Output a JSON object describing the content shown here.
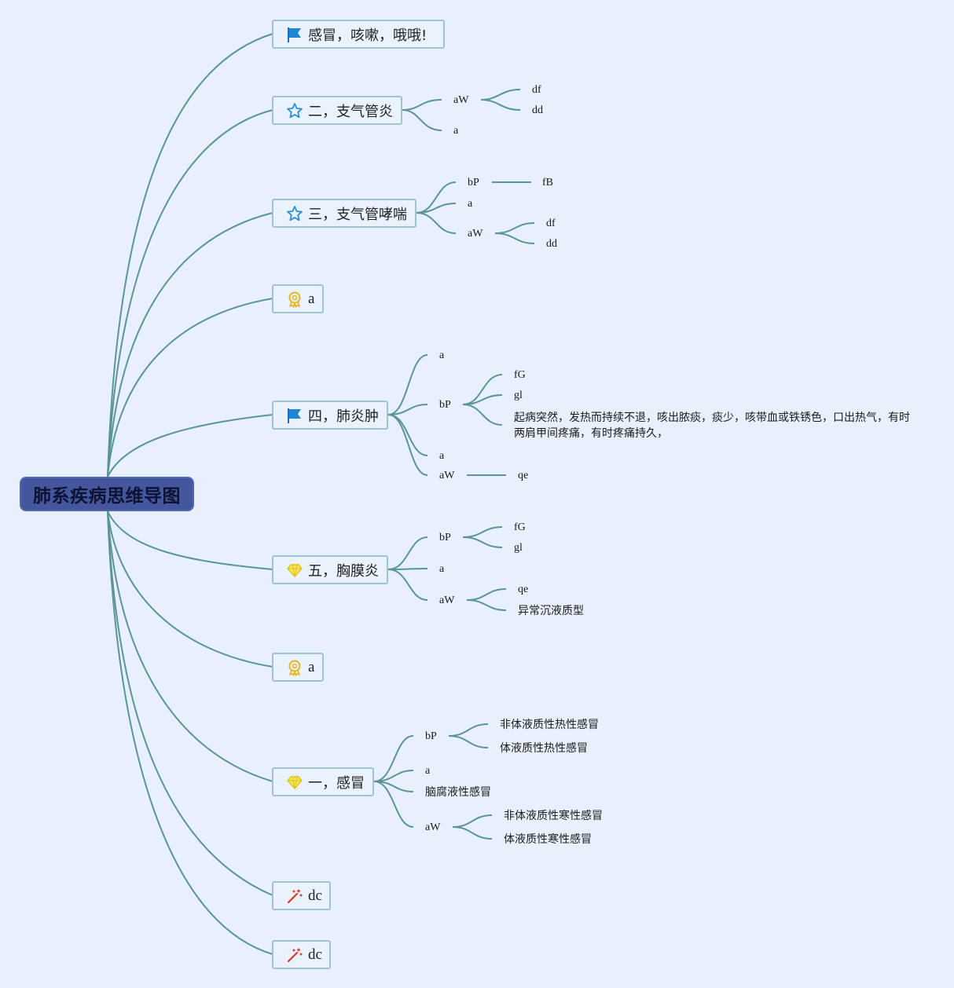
{
  "root": {
    "label": "肺系疾病思维导图"
  },
  "topics": {
    "t1": "感冒，咳嗽，哦哦!",
    "t2": "二，支气管炎",
    "t3": "三，支气管哮喘",
    "t4": "a",
    "t5": "四，肺炎肿",
    "t6": "五，胸膜炎",
    "t7": "a",
    "t8": "一，感冒",
    "t9": "dc",
    "t10": "dc"
  },
  "leaves": {
    "b2_aW": "aW",
    "b2_df": "df",
    "b2_dd": "dd",
    "b2_a": "a",
    "b3_bP": "bP",
    "b3_fB": "fB",
    "b3_a": "a",
    "b3_aW": "aW",
    "b3_df": "df",
    "b3_dd": "dd",
    "b5_a1": "a",
    "b5_bP": "bP",
    "b5_fG": "fG",
    "b5_gl": "gl",
    "b5_note": "起病突然，发热而持续不退，咳出脓痰，痰少，咳带血或铁锈色，口出热气，有时两肩甲间疼痛，有时疼痛持久，",
    "b5_a2": "a",
    "b5_aW": "aW",
    "b5_qe": "qe",
    "b6_bP": "bP",
    "b6_fG": "fG",
    "b6_gl": "gl",
    "b6_a": "a",
    "b6_aW": "aW",
    "b6_qe": "qe",
    "b6_ab": "异常沉液质型",
    "b8_bP": "bP",
    "b8_n1": "非体液质性热性感冒",
    "b8_n2": "体液质性热性感冒",
    "b8_a": "a",
    "b8_n3": "脑腐液性感冒",
    "b8_aW": "aW",
    "b8_n4": "非体液质性寒性感冒",
    "b8_n5": "体液质性寒性感冒"
  },
  "colors": {
    "background": "#e8f0fd",
    "root_fill": "#44569d",
    "connector": "#5b9595",
    "topic_border": "#9fc3cf"
  },
  "icons": {
    "t1": "flag-icon",
    "t2": "star-icon",
    "t3": "star-icon",
    "t4": "award-icon",
    "t5": "flag-icon",
    "t6": "diamond-icon",
    "t7": "award-icon",
    "t8": "diamond-icon",
    "t9": "magic-wand-icon",
    "t10": "magic-wand-icon"
  }
}
